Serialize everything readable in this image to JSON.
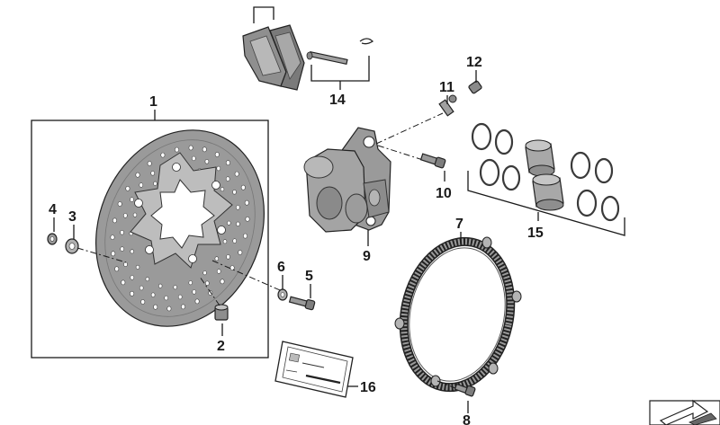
{
  "callouts": {
    "c1": "1",
    "c2": "2",
    "c3": "3",
    "c4": "4",
    "c5": "5",
    "c6": "6",
    "c7": "7",
    "c8": "8",
    "c9": "9",
    "c10": "10",
    "c11": "11",
    "c12": "12",
    "c14": "14",
    "c15": "15",
    "c16": "16"
  },
  "colors": {
    "part_fill": "#9a9a9a",
    "part_light": "#c8c8c8",
    "part_dark": "#6e6e6e",
    "seal_stroke": "#3a3a3a",
    "piston_fill": "#a8a8a8",
    "line": "#1a1a1a"
  },
  "icons": [
    "brake-disc-icon",
    "brake-caliper-icon",
    "brake-pad-icon",
    "abs-ring-icon",
    "seal-ring-icon",
    "piston-icon",
    "bolt-icon",
    "washer-icon",
    "label-icon",
    "arrow-icon"
  ]
}
